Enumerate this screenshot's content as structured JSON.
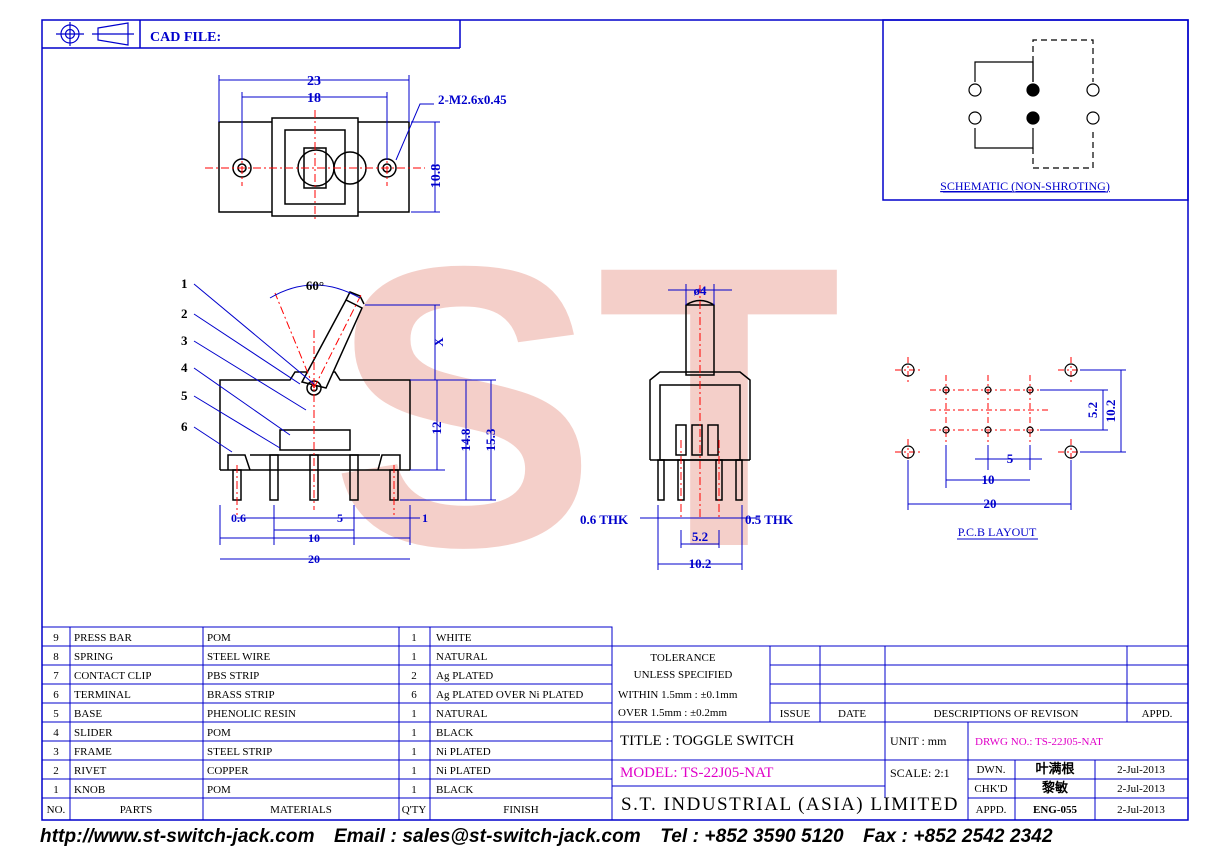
{
  "header": {
    "cad_file_label": "CAD FILE:"
  },
  "schematic": {
    "caption": "SCHEMATIC (NON-SHROTING)"
  },
  "pcb": {
    "caption": "P.C.B LAYOUT",
    "dims": [
      "5",
      "10",
      "20",
      "5.2",
      "10.2"
    ]
  },
  "top_view": {
    "dims": [
      "23",
      "18",
      "10.8"
    ],
    "thread_note": "2-M2.6x0.45"
  },
  "side_view": {
    "angle": "60°",
    "callouts": [
      "1",
      "2",
      "3",
      "4",
      "5",
      "6"
    ],
    "height_dims": [
      "X",
      "12",
      "14.8",
      "15.3"
    ],
    "bottom_dims": [
      "0.6",
      "5",
      "1",
      "10",
      "20"
    ]
  },
  "end_view": {
    "dia": "ø4",
    "thk_left": "0.6 THK",
    "thk_right": "0.5 THK",
    "dims": [
      "5.2",
      "10.2"
    ]
  },
  "watermark": {
    "text": "ST"
  },
  "bom": {
    "rows": [
      {
        "no": "9",
        "part": "PRESS BAR",
        "material": "POM",
        "qty": "1",
        "finish": "WHITE"
      },
      {
        "no": "8",
        "part": "SPRING",
        "material": "STEEL WIRE",
        "qty": "1",
        "finish": "NATURAL"
      },
      {
        "no": "7",
        "part": "CONTACT CLIP",
        "material": "PBS STRIP",
        "qty": "2",
        "finish": "Ag PLATED"
      },
      {
        "no": "6",
        "part": "TERMINAL",
        "material": "BRASS STRIP",
        "qty": "6",
        "finish": "Ag PLATED OVER Ni PLATED"
      },
      {
        "no": "5",
        "part": "BASE",
        "material": "PHENOLIC RESIN",
        "qty": "1",
        "finish": "NATURAL"
      },
      {
        "no": "4",
        "part": "SLIDER",
        "material": "POM",
        "qty": "1",
        "finish": "BLACK"
      },
      {
        "no": "3",
        "part": "FRAME",
        "material": "STEEL STRIP",
        "qty": "1",
        "finish": "Ni PLATED"
      },
      {
        "no": "2",
        "part": "RIVET",
        "material": "COPPER",
        "qty": "1",
        "finish": "Ni PLATED"
      },
      {
        "no": "1",
        "part": "KNOB",
        "material": "POM",
        "qty": "1",
        "finish": "BLACK"
      }
    ],
    "headers": {
      "no": "NO.",
      "part": "PARTS",
      "material": "MATERIALS",
      "qty": "Q'TY",
      "finish": "FINISH"
    }
  },
  "tolerance": {
    "title": "TOLERANCE",
    "subtitle": "UNLESS  SPECIFIED",
    "within": "WITHIN  1.5mm : ±0.1mm",
    "over": "OVER    1.5mm : ±0.2mm"
  },
  "revision": {
    "issue": "ISSUE",
    "date": "DATE",
    "desc": "DESCRIPTIONS OF REVISON",
    "appd": "APPD."
  },
  "title_block": {
    "title": "TITLE : TOGGLE SWITCH",
    "unit": "UNIT :  mm",
    "drwg": "DRWG NO.: TS-22J05-NAT",
    "model": "MODEL: TS-22J05-NAT",
    "scale": "SCALE:  2:1",
    "company": "S.T. INDUSTRIAL (ASIA) LIMITED",
    "dwn_label": "DWN.",
    "dwn_name": "叶满根",
    "dwn_date": "2-Jul-2013",
    "chk_label": "CHK'D",
    "chk_name": "黎敏",
    "chk_date": "2-Jul-2013",
    "appd_label": "APPD.",
    "appd_name": "ENG-055",
    "appd_date": "2-Jul-2013"
  },
  "footer": {
    "url": "http://www.st-switch-jack.com",
    "email": "Email : sales@st-switch-jack.com",
    "tel": "Tel : +852 3590 5120",
    "fax": "Fax : +852 2542 2342"
  },
  "colors": {
    "line": "#0000cc",
    "centerline": "#ff0000",
    "magenta": "#e000c8",
    "watermark": "#f2b0a8",
    "dark": "#000000"
  }
}
